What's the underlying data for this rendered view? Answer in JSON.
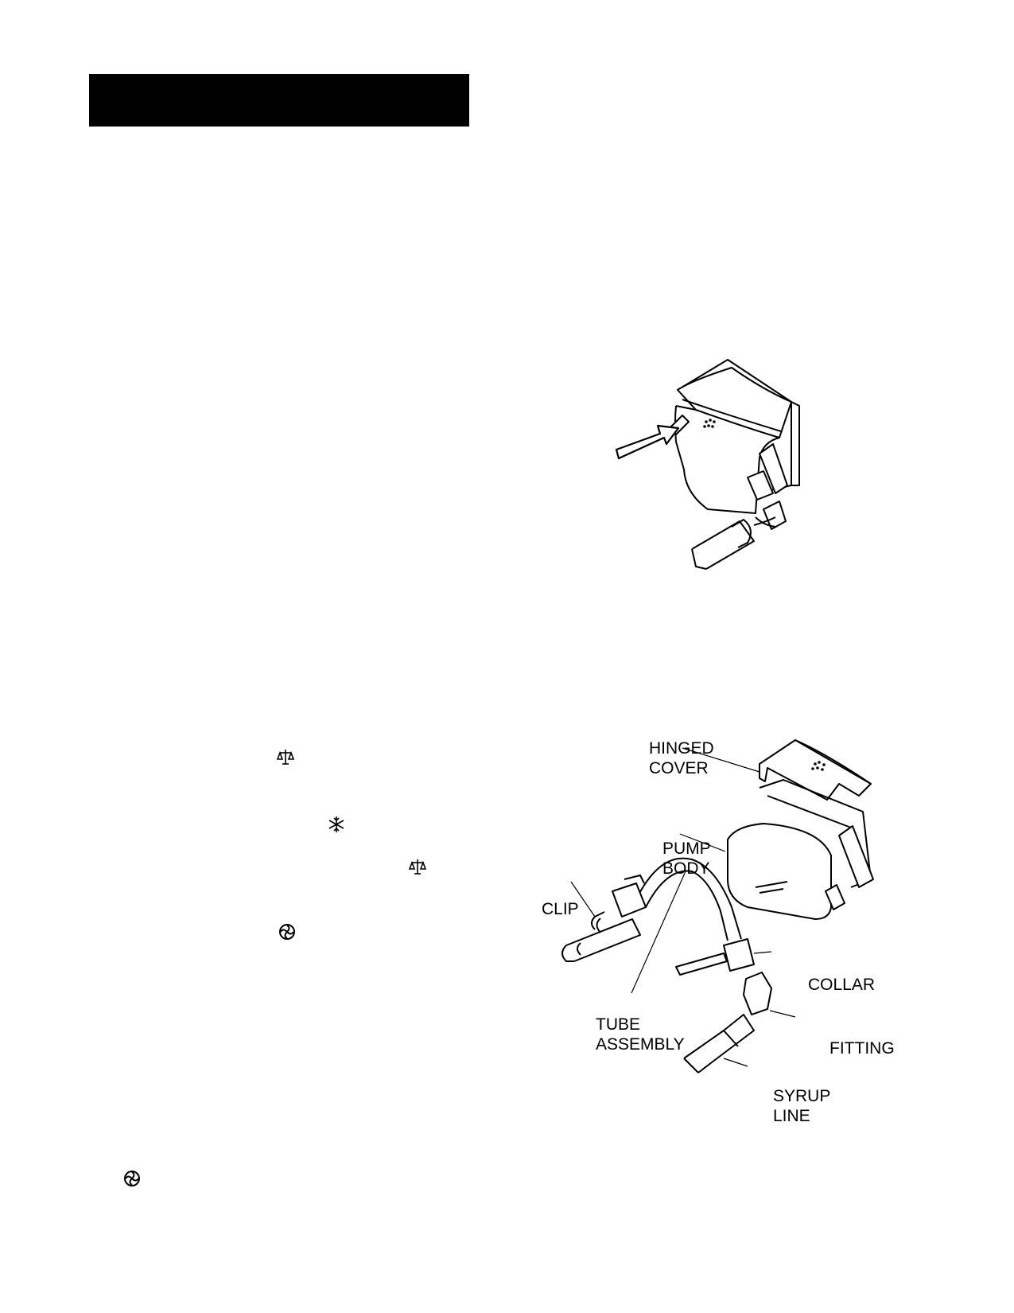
{
  "page": {
    "header_bar_color": "#000000"
  },
  "figure_top": {
    "name": "pump-closed-cover",
    "icons": [
      "arrow-icon"
    ]
  },
  "figure_bottom": {
    "name": "pump-exploded-view",
    "callouts": {
      "hinged_cover": [
        "HINGED",
        "COVER"
      ],
      "pump_body": [
        "PUMP",
        "BODY"
      ],
      "clip": [
        "CLIP"
      ],
      "collar": [
        "COLLAR"
      ],
      "tube_assembly": [
        "TUBE",
        "ASSEMBLY"
      ],
      "fitting": [
        "FITTING"
      ],
      "syrup_line": [
        "SYRUP",
        "LINE"
      ]
    }
  },
  "inline_icons": [
    "scale-icon",
    "snowflake-icon",
    "scale-icon",
    "swirl-icon",
    "swirl-icon"
  ]
}
